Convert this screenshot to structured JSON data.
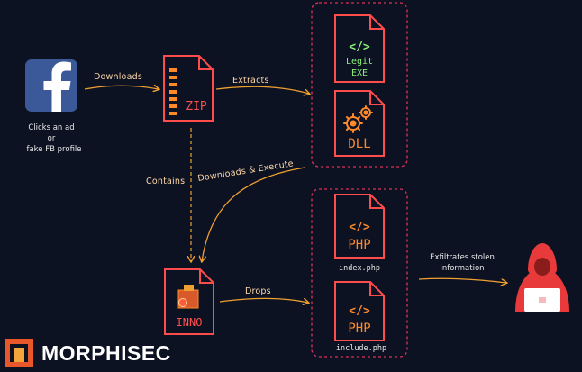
{
  "nodes": {
    "facebook": {
      "caption_line1": "Clicks an ad",
      "caption_line2": "or",
      "caption_line3": "fake FB profile"
    },
    "zip": {
      "label": "ZIP"
    },
    "legit_exe": {
      "line1": "Legit",
      "line2": "EXE"
    },
    "dll": {
      "label": "DLL"
    },
    "inno": {
      "label": "INNO"
    },
    "php_index": {
      "label": "PHP",
      "filename": "index.php"
    },
    "php_include": {
      "label": "PHP",
      "filename": "include.php"
    },
    "code_glyph": "</>"
  },
  "edges": {
    "downloads": "Downloads",
    "extracts": "Extracts",
    "contains": "Contains",
    "downloads_execute": "Downloads & Execute",
    "drops": "Drops",
    "exfil_line1": "Exfiltrates stolen",
    "exfil_line2": "information"
  },
  "brand": {
    "name": "MORPHISEC"
  },
  "colors": {
    "background": "#0c1222",
    "red": "#ff4d4d",
    "orange": "#ff8a2a",
    "arrow": "#f0a030",
    "facebook": "#3b5998",
    "dashed_box": "#e0305a"
  }
}
